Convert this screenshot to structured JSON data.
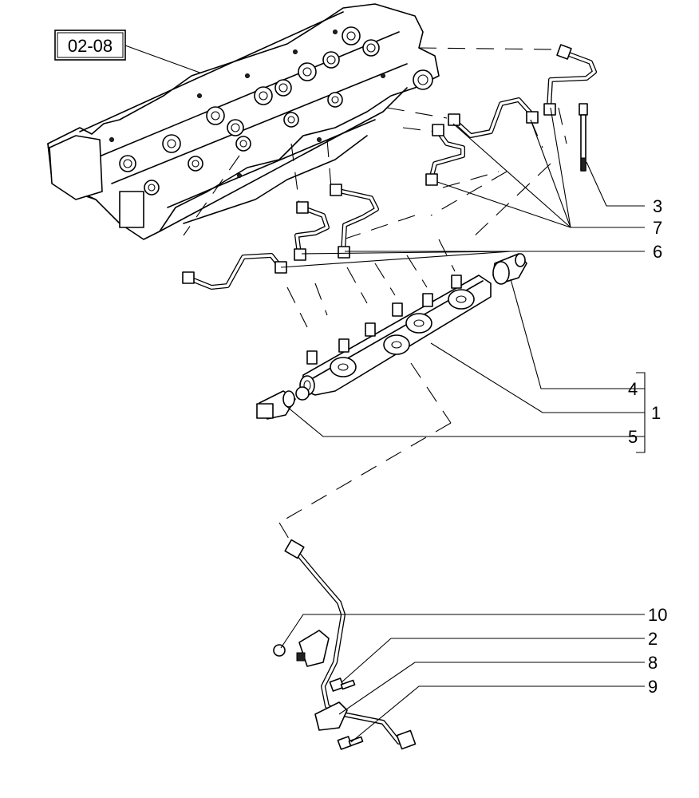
{
  "reference": {
    "label": "02-08"
  },
  "callouts": [
    {
      "id": "3",
      "label": "3"
    },
    {
      "id": "7",
      "label": "7"
    },
    {
      "id": "6",
      "label": "6"
    },
    {
      "id": "4",
      "label": "4"
    },
    {
      "id": "1",
      "label": "1"
    },
    {
      "id": "5",
      "label": "5"
    },
    {
      "id": "10",
      "label": "10"
    },
    {
      "id": "2",
      "label": "2"
    },
    {
      "id": "8",
      "label": "8"
    },
    {
      "id": "9",
      "label": "9"
    }
  ]
}
